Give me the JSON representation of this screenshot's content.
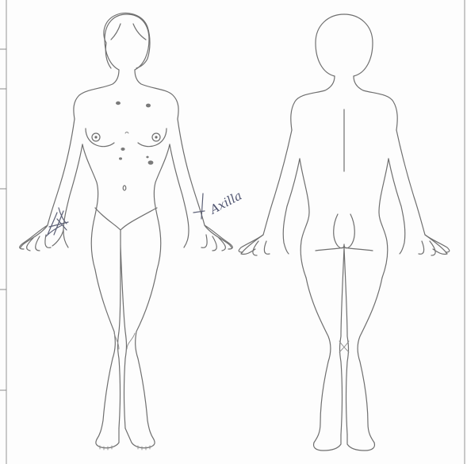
{
  "figures": [
    {
      "view": "front"
    },
    {
      "view": "back"
    }
  ],
  "annotations": [
    {
      "text": "Axilla",
      "kind": "handwritten"
    },
    {
      "text": "Hl",
      "kind": "handwritten"
    }
  ],
  "colors": {
    "paper": "#fdfdfd",
    "outline": "#6f6f6f",
    "pen_ink": "#5b5f75"
  }
}
